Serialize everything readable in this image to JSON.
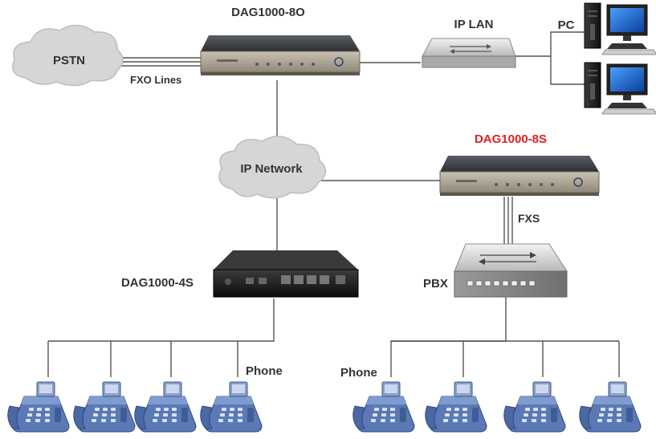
{
  "labels": {
    "pstn": "PSTN",
    "fxo_lines": "FXO Lines",
    "dag8o": "DAG1000-8O",
    "ip_lan": "IP LAN",
    "pc": "PC",
    "ip_network": "IP Network",
    "dag8s": "DAG1000-8S",
    "fxs": "FXS",
    "pbx": "PBX",
    "dag4s": "DAG1000-4S",
    "phone_left": "Phone",
    "phone_right": "Phone"
  },
  "colors": {
    "highlight": "#e02020",
    "label": "#333333",
    "line": "#555555",
    "cloud": "#d6d6d6",
    "phone": "#5a79b5",
    "monitor": "#1e5fc8"
  }
}
